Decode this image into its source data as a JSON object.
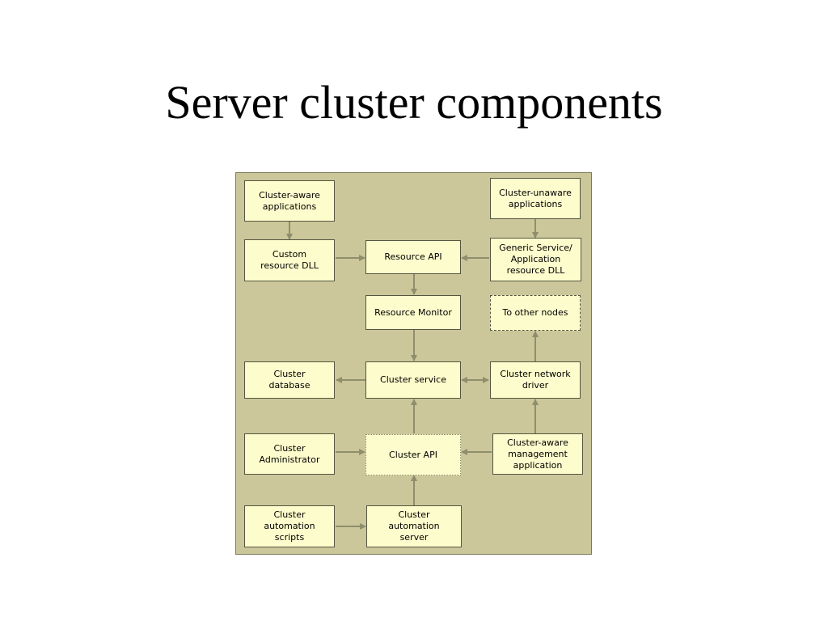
{
  "slide": {
    "title": "Server cluster components"
  },
  "diagram": {
    "colors": {
      "panel": "#cbc79a",
      "node": "#fdfccc",
      "border": "#555540",
      "arrow": "#8f8e6c"
    },
    "nodes": {
      "cluster_aware_applications": "Cluster-aware\napplications",
      "cluster_unaware_applications": "Cluster-unaware\napplications",
      "custom_resource_dll": "Custom\nresource DLL",
      "resource_api": "Resource API",
      "generic_service_dll": "Generic Service/\nApplication\nresource DLL",
      "resource_monitor": "Resource Monitor",
      "to_other_nodes": "To other nodes",
      "cluster_database": "Cluster\ndatabase",
      "cluster_service": "Cluster service",
      "cluster_network_driver": "Cluster network\ndriver",
      "cluster_administrator": "Cluster\nAdministrator",
      "cluster_api": "Cluster API",
      "cluster_aware_management_application": "Cluster-aware\nmanagement\napplication",
      "cluster_automation_scripts": "Cluster\nautomation\nscripts",
      "cluster_automation_server": "Cluster\nautomation\nserver"
    }
  }
}
